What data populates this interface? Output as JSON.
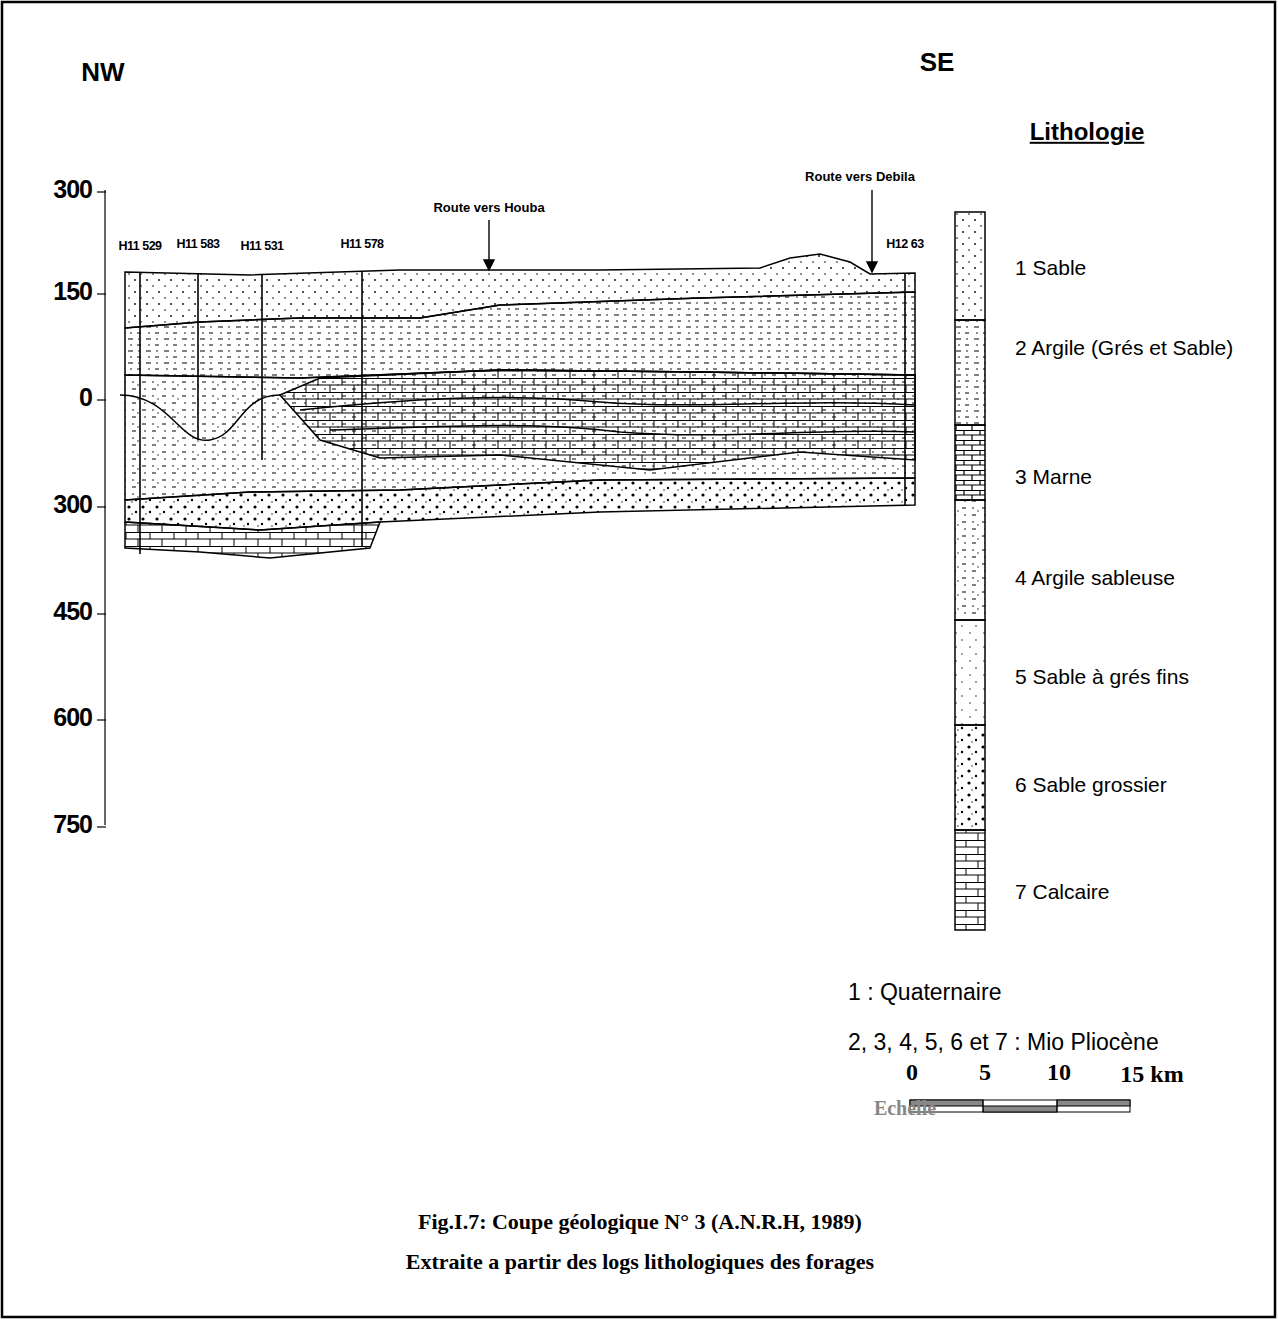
{
  "diagram": {
    "title": "Fig.I.7: Coupe géologique N° 3 (A.N.R.H, 1989)",
    "caption": "Extraite a partir des logs lithologiques des forages",
    "labels": [
      "NW",
      "SE",
      "300",
      "150",
      "0",
      "300",
      "450",
      "600",
      "750",
      "Route vers Houba",
      "Route vers Debila",
      "H11 529",
      "H11 583",
      "H11 531",
      "H11 578",
      "H12 63",
      "Lithologie",
      "1 : Quaternaire",
      "2, 3, 4, 5, 6 et 7 : Mio Pliocène",
      "0",
      "5",
      "10",
      "15 km",
      "Echelle"
    ],
    "legend": [
      {
        "text": "1 Sable"
      },
      {
        "text": "2 Argile (Grés et Sable)"
      },
      {
        "text": "3 Marne"
      },
      {
        "text": "4 Argile sableuse"
      },
      {
        "text": "5 Sable à grés fins"
      },
      {
        "text": "6 Sable grossier"
      },
      {
        "text": "7 Calcaire"
      }
    ]
  }
}
